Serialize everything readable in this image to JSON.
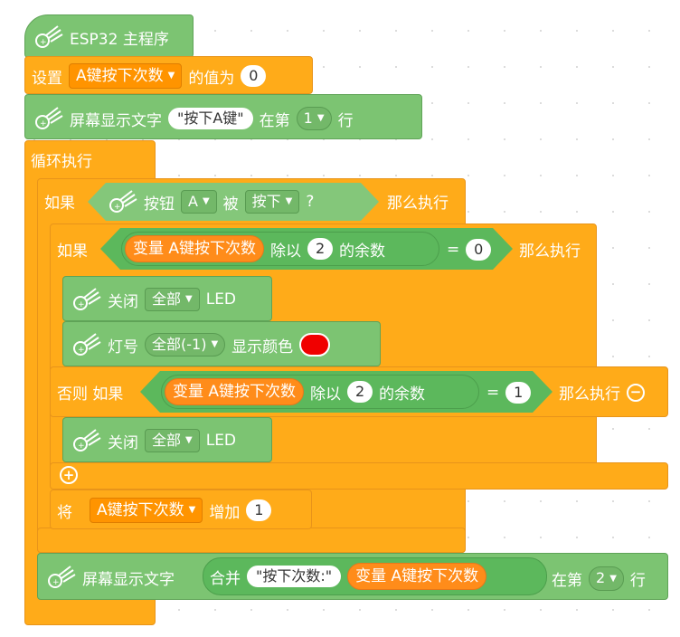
{
  "colors": {
    "event_green": "#7cc472",
    "control_orange": "#ffab19",
    "operator_green": "#5cb85c",
    "variable_orange": "#ff8c1a",
    "led_color": "#f00000"
  },
  "program": {
    "hat_label": "ESP32 主程序",
    "set_var": {
      "label": "设置",
      "var": "A键按下次数",
      "value_label": "的值为",
      "value": "0"
    },
    "display1": {
      "label": "屏幕显示文字",
      "text": "\"按下A键\"",
      "row_label": "在第",
      "row_value": "1",
      "suffix": "行"
    },
    "loop_label": "循环执行",
    "if1": {
      "if_label": "如果",
      "button_label": "按钮",
      "button_value": "A",
      "state_label": "被",
      "state_value": "按下",
      "question": "?",
      "then_label": "那么执行"
    },
    "if2": {
      "if_label": "如果",
      "var_prefix": "变量",
      "var_name": "A键按下次数",
      "mod_label": "除以",
      "mod_value": "2",
      "rem_label": "的余数",
      "eq": "=",
      "eq_value": "0",
      "then_label": "那么执行"
    },
    "off1": {
      "label": "关闭",
      "target": "全部",
      "suffix": "LED"
    },
    "rgb": {
      "label": "灯号",
      "target": "全部(-1)",
      "suffix": "显示颜色"
    },
    "elseif": {
      "label": "否则 如果",
      "var_prefix": "变量",
      "var_name": "A键按下次数",
      "mod_label": "除以",
      "mod_value": "2",
      "rem_label": "的余数",
      "eq": "=",
      "eq_value": "1",
      "then_label": "那么执行"
    },
    "off2": {
      "label": "关闭",
      "target": "全部",
      "suffix": "LED"
    },
    "change": {
      "label": "将",
      "var": "A键按下次数",
      "op_label": "增加",
      "value": "1"
    },
    "display2": {
      "label": "屏幕显示文字",
      "join_label": "合并",
      "text": "\"按下次数:\"",
      "var_prefix": "变量",
      "var_name": "A键按下次数",
      "row_label": "在第",
      "row_value": "2",
      "suffix": "行"
    }
  }
}
